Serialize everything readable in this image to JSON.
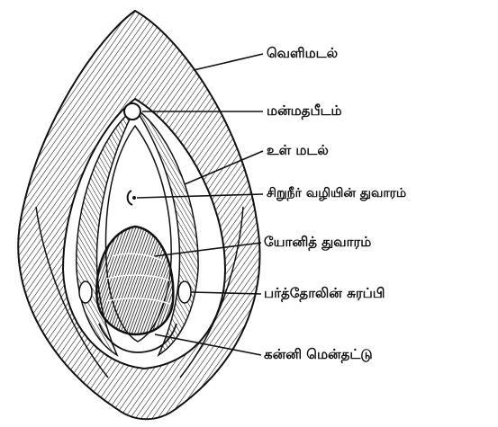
{
  "labels": [
    "வெளிமடல்",
    "மன்மதபீடம்",
    "உள் மடல்",
    "சிறுநீர் வழியின் துவாரம்",
    "யோனித் துவாரம்",
    "பர்த்தோலின் சுரப்பி",
    "கன்னி மென்தட்டு"
  ],
  "colors": {
    "ink": "#111111",
    "paper": "#ffffff"
  }
}
